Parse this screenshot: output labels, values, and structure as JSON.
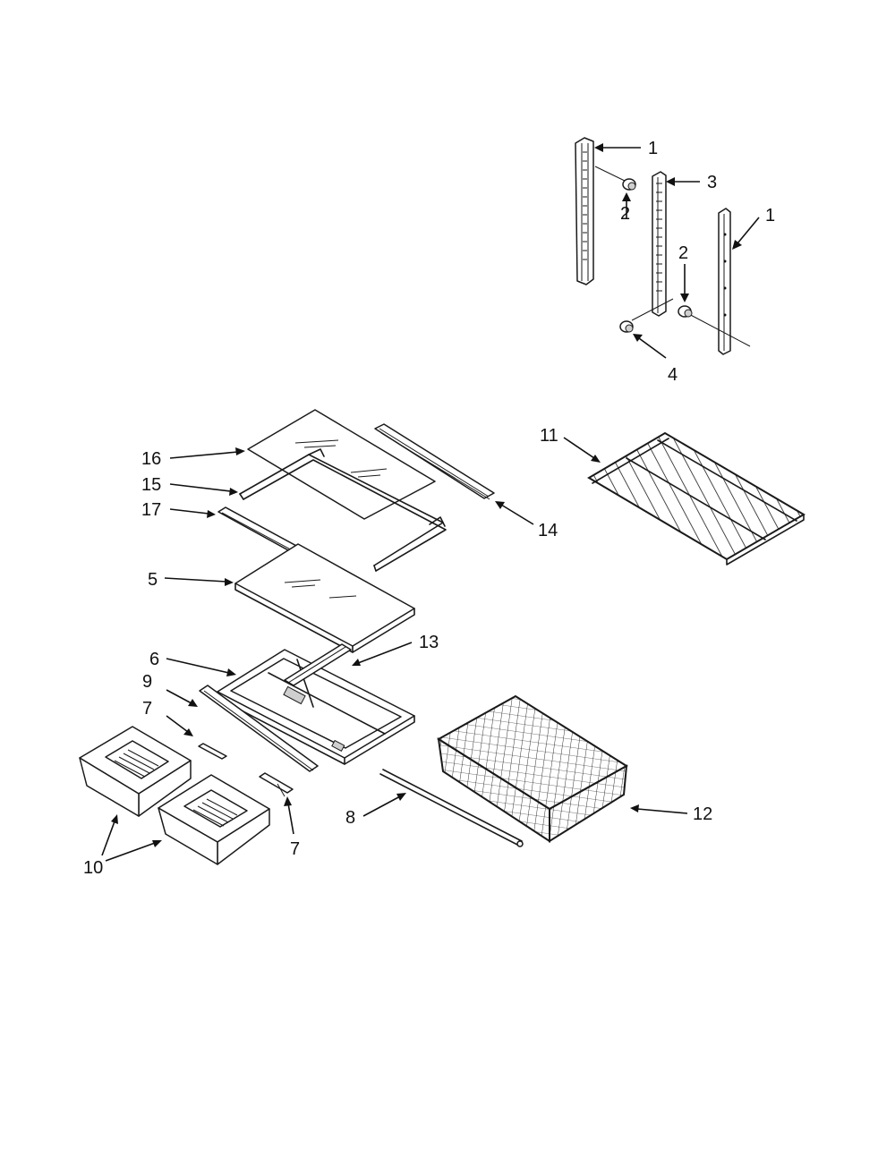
{
  "diagram": {
    "callouts": {
      "c1a": "1",
      "c2a": "2",
      "c3": "3",
      "c1b": "1",
      "c2b": "2",
      "c4": "4",
      "c16": "16",
      "c15": "15",
      "c17": "17",
      "c14": "14",
      "c11": "11",
      "c5": "5",
      "c13": "13",
      "c6": "6",
      "c9": "9",
      "c7a": "7",
      "c8": "8",
      "c12": "12",
      "c7b": "7",
      "c10": "10"
    }
  }
}
